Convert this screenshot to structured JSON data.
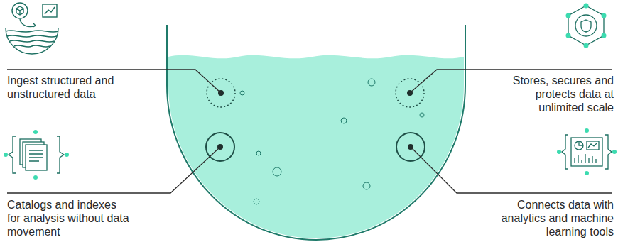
{
  "diagram": {
    "labels": [
      "Ingest structured and unstructured data",
      "Stores, secures and protects data at unlimited scale",
      "Catalogs and indexes for analysis without data movement",
      "Connects data with analytics and machine learning tools"
    ]
  }
}
